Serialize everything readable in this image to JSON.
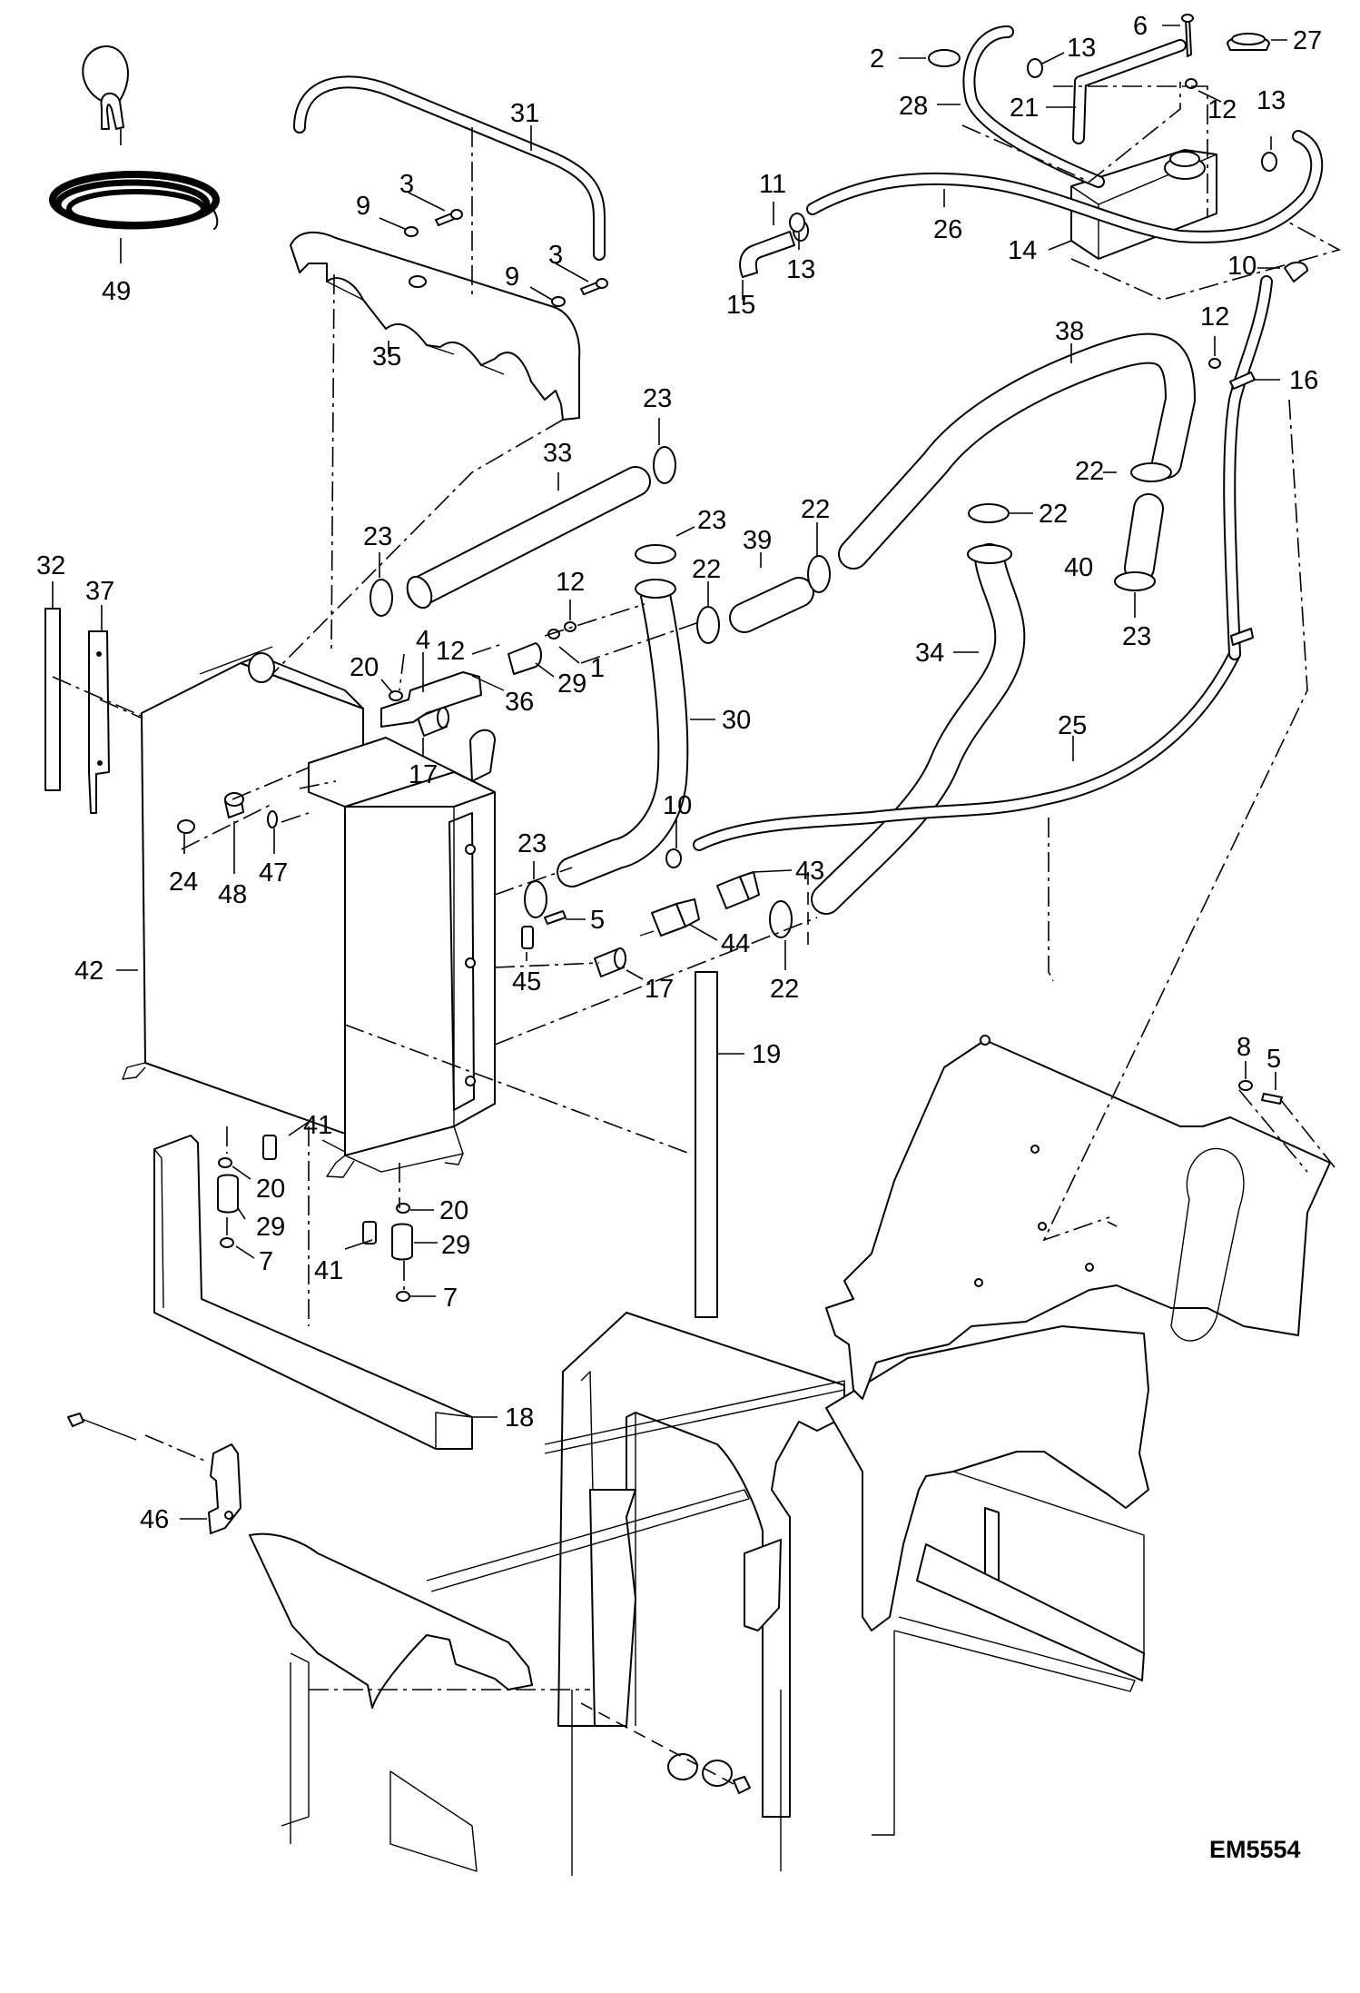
{
  "figure_code": "EM5554",
  "callouts": [
    {
      "id": "c1",
      "text": "1"
    },
    {
      "id": "c2",
      "text": "2"
    },
    {
      "id": "c3a",
      "text": "3"
    },
    {
      "id": "c3b",
      "text": "3"
    },
    {
      "id": "c4",
      "text": "4"
    },
    {
      "id": "c5a",
      "text": "5"
    },
    {
      "id": "c5b",
      "text": "5"
    },
    {
      "id": "c6",
      "text": "6"
    },
    {
      "id": "c7a",
      "text": "7"
    },
    {
      "id": "c7b",
      "text": "7"
    },
    {
      "id": "c8",
      "text": "8"
    },
    {
      "id": "c9a",
      "text": "9"
    },
    {
      "id": "c9b",
      "text": "9"
    },
    {
      "id": "c10a",
      "text": "10"
    },
    {
      "id": "c10b",
      "text": "10"
    },
    {
      "id": "c11",
      "text": "11"
    },
    {
      "id": "c12a",
      "text": "12"
    },
    {
      "id": "c12b",
      "text": "12"
    },
    {
      "id": "c12c",
      "text": "12"
    },
    {
      "id": "c12d",
      "text": "12"
    },
    {
      "id": "c13a",
      "text": "13"
    },
    {
      "id": "c13b",
      "text": "13"
    },
    {
      "id": "c13c",
      "text": "13"
    },
    {
      "id": "c14",
      "text": "14"
    },
    {
      "id": "c15",
      "text": "15"
    },
    {
      "id": "c16",
      "text": "16"
    },
    {
      "id": "c17a",
      "text": "17"
    },
    {
      "id": "c17b",
      "text": "17"
    },
    {
      "id": "c18",
      "text": "18"
    },
    {
      "id": "c19",
      "text": "19"
    },
    {
      "id": "c20a",
      "text": "20"
    },
    {
      "id": "c20b",
      "text": "20"
    },
    {
      "id": "c20c",
      "text": "20"
    },
    {
      "id": "c21",
      "text": "21"
    },
    {
      "id": "c22a",
      "text": "22"
    },
    {
      "id": "c22b",
      "text": "22"
    },
    {
      "id": "c22c",
      "text": "22"
    },
    {
      "id": "c22d",
      "text": "22"
    },
    {
      "id": "c22e",
      "text": "22"
    },
    {
      "id": "c23a",
      "text": "23"
    },
    {
      "id": "c23b",
      "text": "23"
    },
    {
      "id": "c23c",
      "text": "23"
    },
    {
      "id": "c23d",
      "text": "23"
    },
    {
      "id": "c23e",
      "text": "23"
    },
    {
      "id": "c24",
      "text": "24"
    },
    {
      "id": "c25",
      "text": "25"
    },
    {
      "id": "c26",
      "text": "26"
    },
    {
      "id": "c27",
      "text": "27"
    },
    {
      "id": "c28",
      "text": "28"
    },
    {
      "id": "c29a",
      "text": "29"
    },
    {
      "id": "c29b",
      "text": "29"
    },
    {
      "id": "c29c",
      "text": "29"
    },
    {
      "id": "c30",
      "text": "30"
    },
    {
      "id": "c31",
      "text": "31"
    },
    {
      "id": "c32",
      "text": "32"
    },
    {
      "id": "c33",
      "text": "33"
    },
    {
      "id": "c34",
      "text": "34"
    },
    {
      "id": "c35",
      "text": "35"
    },
    {
      "id": "c36",
      "text": "36"
    },
    {
      "id": "c37",
      "text": "37"
    },
    {
      "id": "c38",
      "text": "38"
    },
    {
      "id": "c39",
      "text": "39"
    },
    {
      "id": "c40",
      "text": "40"
    },
    {
      "id": "c41a",
      "text": "41"
    },
    {
      "id": "c41b",
      "text": "41"
    },
    {
      "id": "c42",
      "text": "42"
    },
    {
      "id": "c43",
      "text": "43"
    },
    {
      "id": "c44",
      "text": "44"
    },
    {
      "id": "c45",
      "text": "45"
    },
    {
      "id": "c46",
      "text": "46"
    },
    {
      "id": "c47",
      "text": "47"
    },
    {
      "id": "c48",
      "text": "48"
    },
    {
      "id": "c49",
      "text": "49"
    }
  ]
}
